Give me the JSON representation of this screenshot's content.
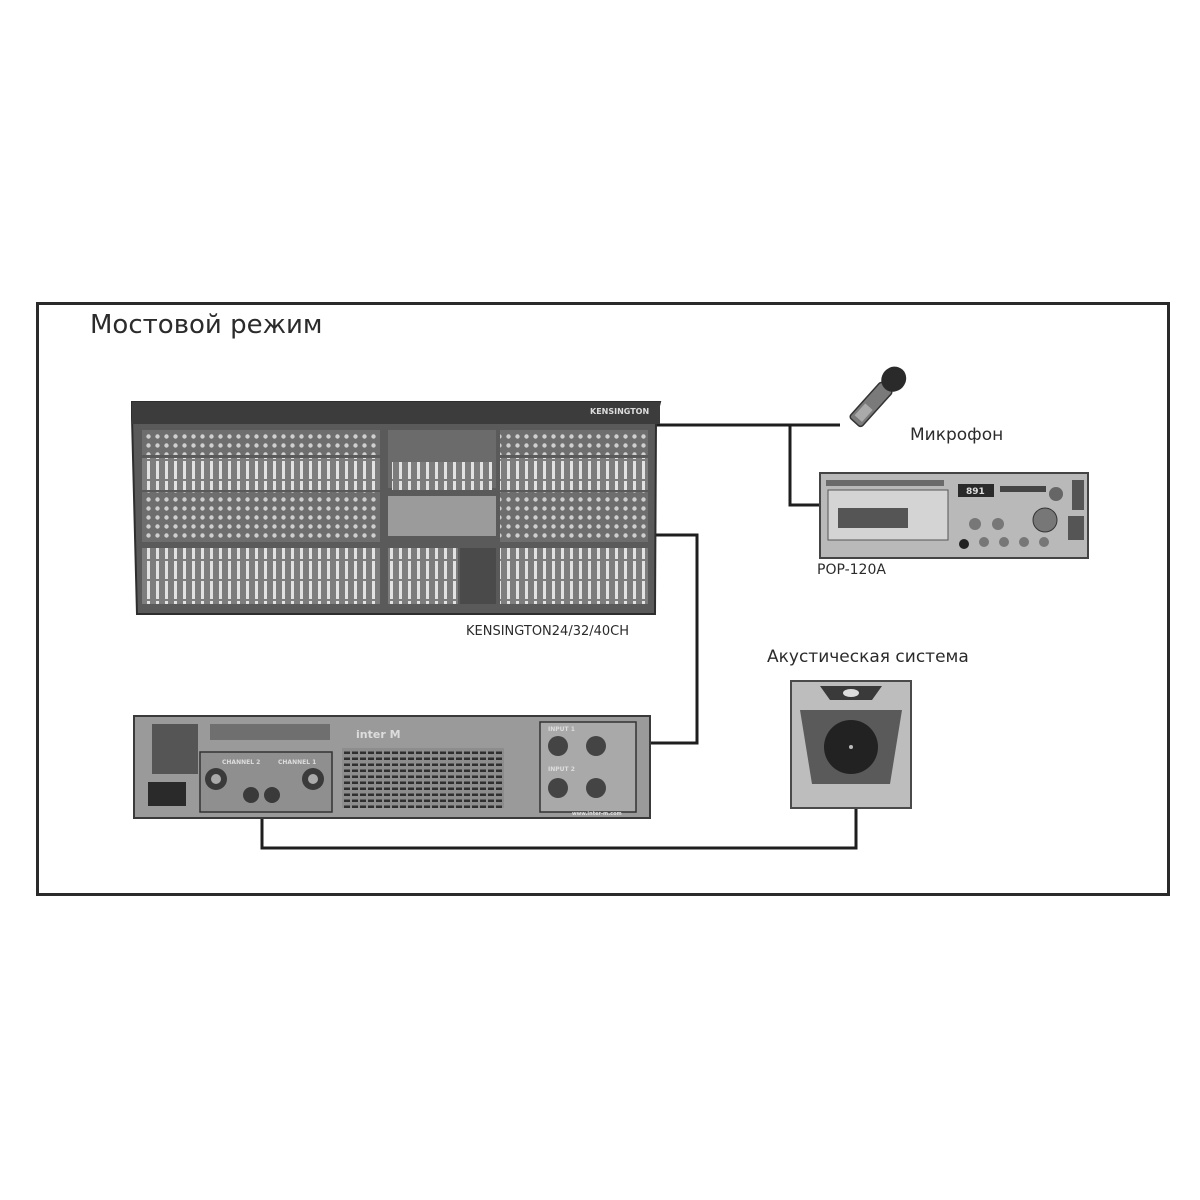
{
  "title": "Мостовой режим",
  "devices": {
    "mixer": {
      "label": "KENSINGTON24/32/40CH",
      "brand": "KENSINGTON"
    },
    "microphone": {
      "label": "Микрофон"
    },
    "player": {
      "label": "POP-120A",
      "display": "891"
    },
    "amplifier": {
      "brand": "inter M",
      "ch1": "CHANNEL 1",
      "ch2": "CHANNEL 2",
      "input1": "INPUT 1",
      "input2": "INPUT 2",
      "website": "www.inter-m.com"
    },
    "speaker": {
      "label": "Акустическая система"
    }
  },
  "colors": {
    "line": "#1e1e1e",
    "device": "#8a8a8a",
    "device_dark": "#3a3a3a"
  }
}
